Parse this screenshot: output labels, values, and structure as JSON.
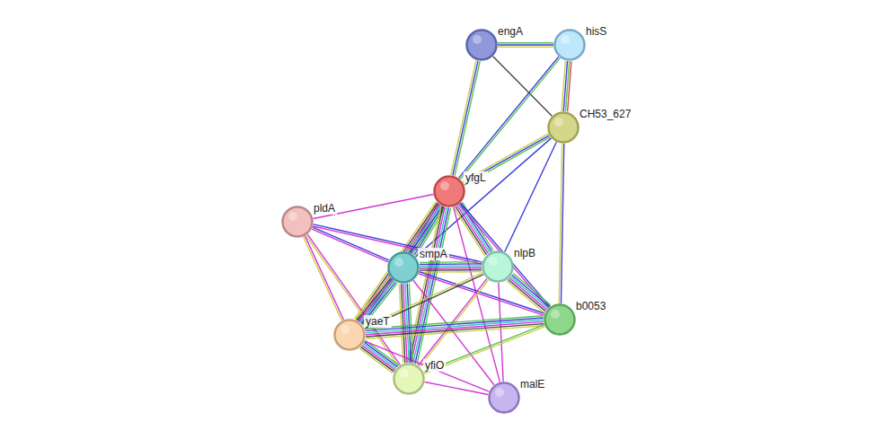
{
  "diagram": {
    "nodes": [
      {
        "text": [
          "engA"
        ]
      },
      {
        "text": [
          "hisS"
        ]
      },
      {
        "text": [
          "CH53_627"
        ]
      },
      {
        "text": [
          "yfgL"
        ]
      },
      {
        "text": [
          "pldA"
        ]
      },
      {
        "text": [
          "smpA"
        ]
      },
      {
        "text": [
          "nlpB"
        ]
      },
      {
        "text": [
          "b0053"
        ]
      },
      {
        "text": [
          "yaeT"
        ]
      },
      {
        "text": [
          "yfiO"
        ]
      },
      {
        "text": [
          "malE"
        ]
      }
    ],
    "edges": [
      {
        "from": 0,
        "to": 1,
        "arrow": "none"
      },
      {
        "from": 0,
        "to": 2,
        "arrow": "none"
      },
      {
        "from": 0,
        "to": 3,
        "arrow": "none"
      },
      {
        "from": 1,
        "to": 2,
        "arrow": "none"
      },
      {
        "from": 1,
        "to": 3,
        "arrow": "none"
      },
      {
        "from": 2,
        "to": 3,
        "arrow": "none"
      },
      {
        "from": 2,
        "to": 5,
        "arrow": "none"
      },
      {
        "from": 2,
        "to": 6,
        "arrow": "none"
      },
      {
        "from": 2,
        "to": 7,
        "arrow": "none"
      },
      {
        "from": 3,
        "to": 4,
        "arrow": "none"
      },
      {
        "from": 3,
        "to": 5,
        "arrow": "none"
      },
      {
        "from": 3,
        "to": 6,
        "arrow": "none"
      },
      {
        "from": 3,
        "to": 7,
        "arrow": "none"
      },
      {
        "from": 3,
        "to": 8,
        "arrow": "none"
      },
      {
        "from": 3,
        "to": 9,
        "arrow": "none"
      },
      {
        "from": 3,
        "to": 10,
        "arrow": "none"
      },
      {
        "from": 4,
        "to": 5,
        "arrow": "none"
      },
      {
        "from": 4,
        "to": 6,
        "arrow": "none"
      },
      {
        "from": 4,
        "to": 8,
        "arrow": "none"
      },
      {
        "from": 4,
        "to": 9,
        "arrow": "none"
      },
      {
        "from": 5,
        "to": 6,
        "arrow": "none"
      },
      {
        "from": 5,
        "to": 7,
        "arrow": "none"
      },
      {
        "from": 5,
        "to": 8,
        "arrow": "none"
      },
      {
        "from": 5,
        "to": 9,
        "arrow": "none"
      },
      {
        "from": 5,
        "to": 10,
        "arrow": "none"
      },
      {
        "from": 6,
        "to": 7,
        "arrow": "none"
      },
      {
        "from": 6,
        "to": 8,
        "arrow": "none"
      },
      {
        "from": 6,
        "to": 9,
        "arrow": "none"
      },
      {
        "from": 6,
        "to": 10,
        "arrow": "none"
      },
      {
        "from": 8,
        "to": 7,
        "arrow": "none"
      },
      {
        "from": 8,
        "to": 9,
        "arrow": "none"
      },
      {
        "from": 8,
        "to": 10,
        "arrow": "none"
      },
      {
        "from": 9,
        "to": 7,
        "arrow": "none"
      },
      {
        "from": 9,
        "to": 10,
        "arrow": "none"
      }
    ]
  }
}
